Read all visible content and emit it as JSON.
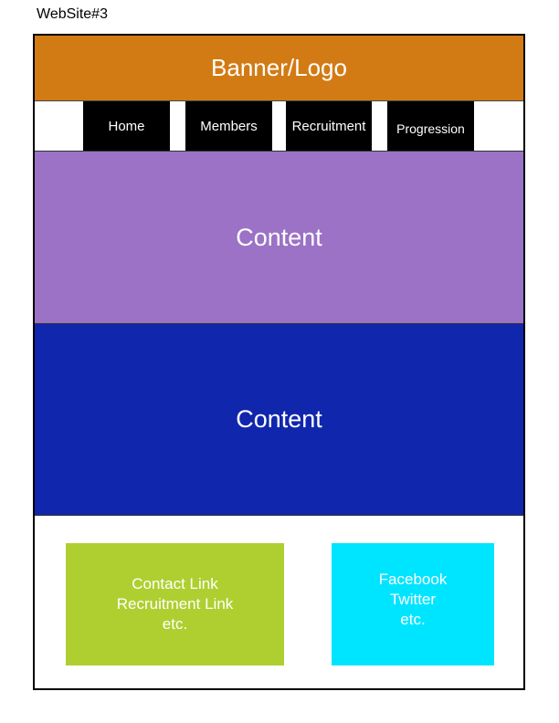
{
  "page": {
    "title": "WebSite#3"
  },
  "colors": {
    "banner": "#D27B15",
    "nav": "#000000",
    "content_primary": "#9B72C5",
    "content_secondary": "#1026AD",
    "footer_left": "#AFCF30",
    "footer_right": "#00E5FF"
  },
  "banner": {
    "label": "Banner/Logo"
  },
  "nav": {
    "items": [
      {
        "label": "Home"
      },
      {
        "label": "Members"
      },
      {
        "label": "Recruitment"
      },
      {
        "label": "Progression"
      }
    ]
  },
  "content": {
    "sections": [
      {
        "label": "Content"
      },
      {
        "label": "Content"
      }
    ]
  },
  "footer": {
    "left": {
      "lines": [
        "Contact Link",
        "Recruitment Link",
        "etc."
      ]
    },
    "right": {
      "lines": [
        "Facebook",
        "Twitter",
        "etc."
      ]
    }
  }
}
